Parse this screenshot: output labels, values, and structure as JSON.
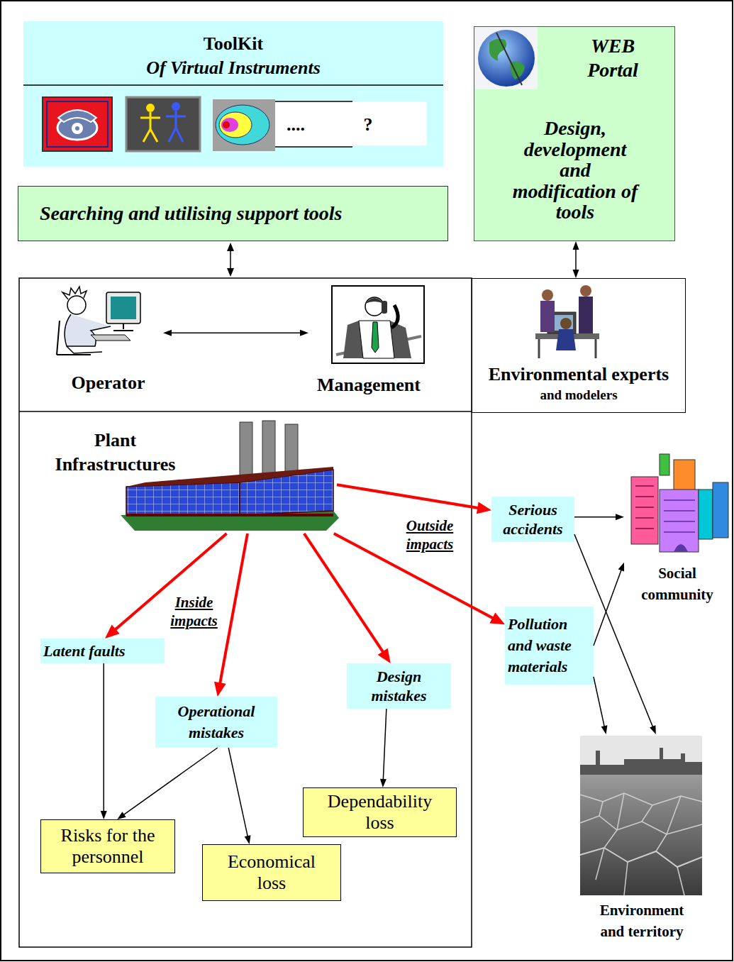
{
  "diagram": {
    "nodes": [
      {
        "text": [
          "ToolKit",
          "Of Virtual Instruments",
          "....",
          "?"
        ]
      },
      {
        "text": [
          "WEB Portal",
          "Design, development and modification of tools"
        ]
      },
      {
        "text": [
          "Searching and utilising support tools"
        ]
      },
      {
        "text": [
          "Operator"
        ]
      },
      {
        "text": [
          "Management"
        ]
      },
      {
        "text": [
          "Environmental experts",
          "and modelers"
        ]
      },
      {
        "text": [
          "Plant Infrastructures"
        ]
      },
      {
        "text": [
          "Serious accidents"
        ]
      },
      {
        "text": [
          "Social community"
        ]
      },
      {
        "text": [
          "Latent faults"
        ]
      },
      {
        "text": [
          "Operational mistakes"
        ]
      },
      {
        "text": [
          "Design mistakes"
        ]
      },
      {
        "text": [
          "Pollution and waste materials"
        ]
      },
      {
        "text": [
          "Risks for the personnel"
        ]
      },
      {
        "text": [
          "Economical loss"
        ]
      },
      {
        "text": [
          "Dependability loss"
        ]
      },
      {
        "text": [
          "Environment and territory"
        ]
      }
    ],
    "edges": [
      {
        "from": 1,
        "to": 5,
        "arrow": "both"
      },
      {
        "from": 3,
        "to": 4,
        "arrow": "both"
      },
      {
        "from": 6,
        "to": 7,
        "arrow": "to"
      },
      {
        "from": 6,
        "to": 12,
        "arrow": "to",
        "label": "Outside impacts"
      },
      {
        "from": 6,
        "to": 9,
        "arrow": "to",
        "label": "Inside impacts"
      },
      {
        "from": 6,
        "to": 10,
        "arrow": "to"
      },
      {
        "from": 6,
        "to": 11,
        "arrow": "to"
      },
      {
        "from": 7,
        "to": 8,
        "arrow": "to"
      },
      {
        "from": 7,
        "to": 16,
        "arrow": "to"
      },
      {
        "from": 12,
        "to": 8,
        "arrow": "to"
      },
      {
        "from": 12,
        "to": 16,
        "arrow": "to"
      },
      {
        "from": 9,
        "to": 13,
        "arrow": "to"
      },
      {
        "from": 10,
        "to": 13,
        "arrow": "to"
      },
      {
        "from": 10,
        "to": 14,
        "arrow": "to"
      },
      {
        "from": 11,
        "to": 15,
        "arrow": "to"
      }
    ]
  }
}
